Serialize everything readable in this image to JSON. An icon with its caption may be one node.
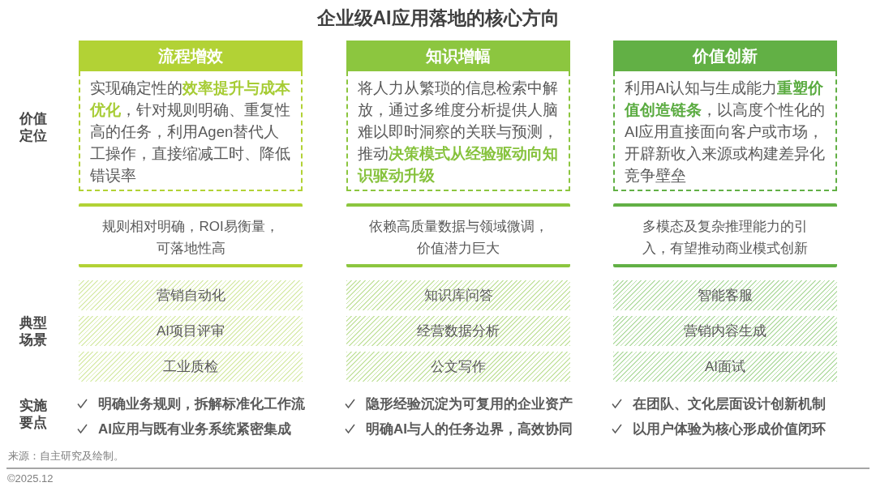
{
  "diagram": {
    "title": "企业级AI应用落地的核心方向",
    "nodes": [
      {
        "text": [
          "流程增效"
        ]
      },
      {
        "text": [
          "知识增幅"
        ]
      },
      {
        "text": [
          "价值创新"
        ]
      },
      {
        "text": [
          "实现确定性的**效率提升与成本优化**，针对规则明确、重复性高的任务，利用Agen替代人工操作，直接缩减工时、降低错误率"
        ]
      },
      {
        "text": [
          "将人力从繁琐的信息检索中解放，通过多维度分析提供人脑难以即时洞察的关联与预测，推动**决策模式从经验驱动向知识驱动升级**"
        ]
      },
      {
        "text": [
          "利用AI认知与生成能力**重塑价值创造链条**，以高度个性化的AI应用直接面向客户或市场，开辟新收入来源或构建差异化竞争壁垒"
        ]
      },
      {
        "text": [
          "规则相对明确，ROI易衡量，可落地性高"
        ]
      },
      {
        "text": [
          "依赖高质量数据与领域微调，价值潜力巨大"
        ]
      },
      {
        "text": [
          "多模态及复杂推理能力的引入，有望推动商业模式创新"
        ]
      },
      {
        "text": [
          "营销自动化"
        ]
      },
      {
        "text": [
          "知识库问答"
        ]
      },
      {
        "text": [
          "智能客服"
        ]
      },
      {
        "text": [
          "AI项目评审"
        ]
      },
      {
        "text": [
          "经营数据分析"
        ]
      },
      {
        "text": [
          "营销内容生成"
        ]
      },
      {
        "text": [
          "工业质检"
        ]
      },
      {
        "text": [
          "公文写作"
        ]
      },
      {
        "text": [
          "AI面试"
        ]
      }
    ],
    "labels": [
      "价值定位",
      "典型场景",
      "实施要点",
      "明确业务规则，拆解标准化工作流",
      "隐形经验沉淀为可复用的企业资产",
      "在团队、文化层面设计创新机制",
      "AI应用与既有业务系统紧密集成",
      "明确AI与人的任务边界，高效协同",
      "以用户体验为核心形成价值闭环",
      "来源：自主研究及绘制。",
      "©2025.12"
    ]
  }
}
